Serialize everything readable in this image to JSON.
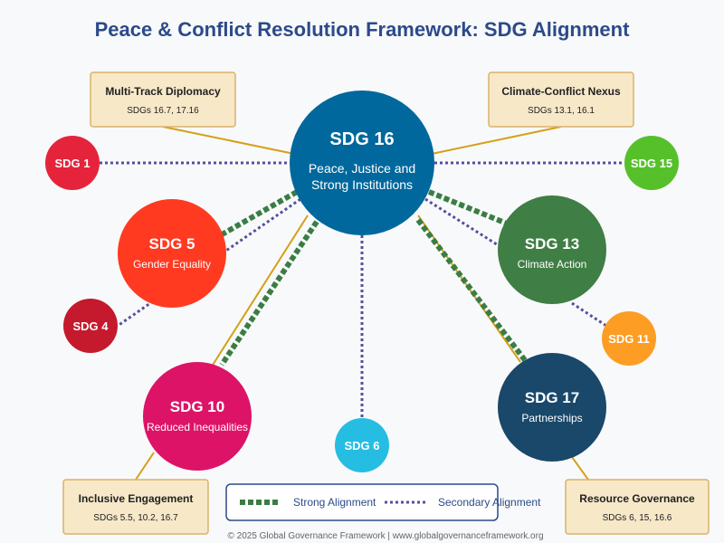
{
  "title": "Peace & Conflict Resolution Framework: SDG Alignment",
  "footer": "© 2025 Global Governance Framework | www.globalgovernanceframework.org",
  "colors": {
    "title": "#2c4a8a",
    "strong_line": "#3a7d44",
    "secondary_line": "#5a4e9c",
    "connector_line": "#d4a017",
    "box_fill": "#f7e8c8",
    "box_border": "#d9b26a"
  },
  "nodes": {
    "sdg16": {
      "title": "SDG 16",
      "subtitle_1": "Peace, Justice and",
      "subtitle_2": "Strong Institutions",
      "color": "#00689d"
    },
    "sdg1": {
      "title": "SDG 1",
      "color": "#e5243b"
    },
    "sdg15": {
      "title": "SDG 15",
      "color": "#56c02b"
    },
    "sdg5": {
      "title": "SDG 5",
      "subtitle": "Gender Equality",
      "color": "#ff3a21"
    },
    "sdg13": {
      "title": "SDG 13",
      "subtitle": "Climate Action",
      "color": "#3f7e44"
    },
    "sdg4": {
      "title": "SDG 4",
      "color": "#c5192d"
    },
    "sdg11": {
      "title": "SDG 11",
      "color": "#fd9d24"
    },
    "sdg10": {
      "title": "SDG 10",
      "subtitle": "Reduced Inequalities",
      "color": "#dd1367"
    },
    "sdg17": {
      "title": "SDG 17",
      "subtitle": "Partnerships",
      "color": "#19486a"
    },
    "sdg6": {
      "title": "SDG 6",
      "color": "#26bde2"
    }
  },
  "boxes": {
    "multi_track": {
      "title": "Multi-Track Diplomacy",
      "subtitle": "SDGs 16.7, 17.16"
    },
    "climate_conflict": {
      "title": "Climate-Conflict Nexus",
      "subtitle": "SDGs 13.1, 16.1"
    },
    "inclusive": {
      "title": "Inclusive Engagement",
      "subtitle": "SDGs 5.5, 10.2, 16.7"
    },
    "resource": {
      "title": "Resource Governance",
      "subtitle": "SDGs 6, 15, 16.6"
    }
  },
  "legend": {
    "strong": "Strong Alignment",
    "secondary": "Secondary Alignment"
  }
}
